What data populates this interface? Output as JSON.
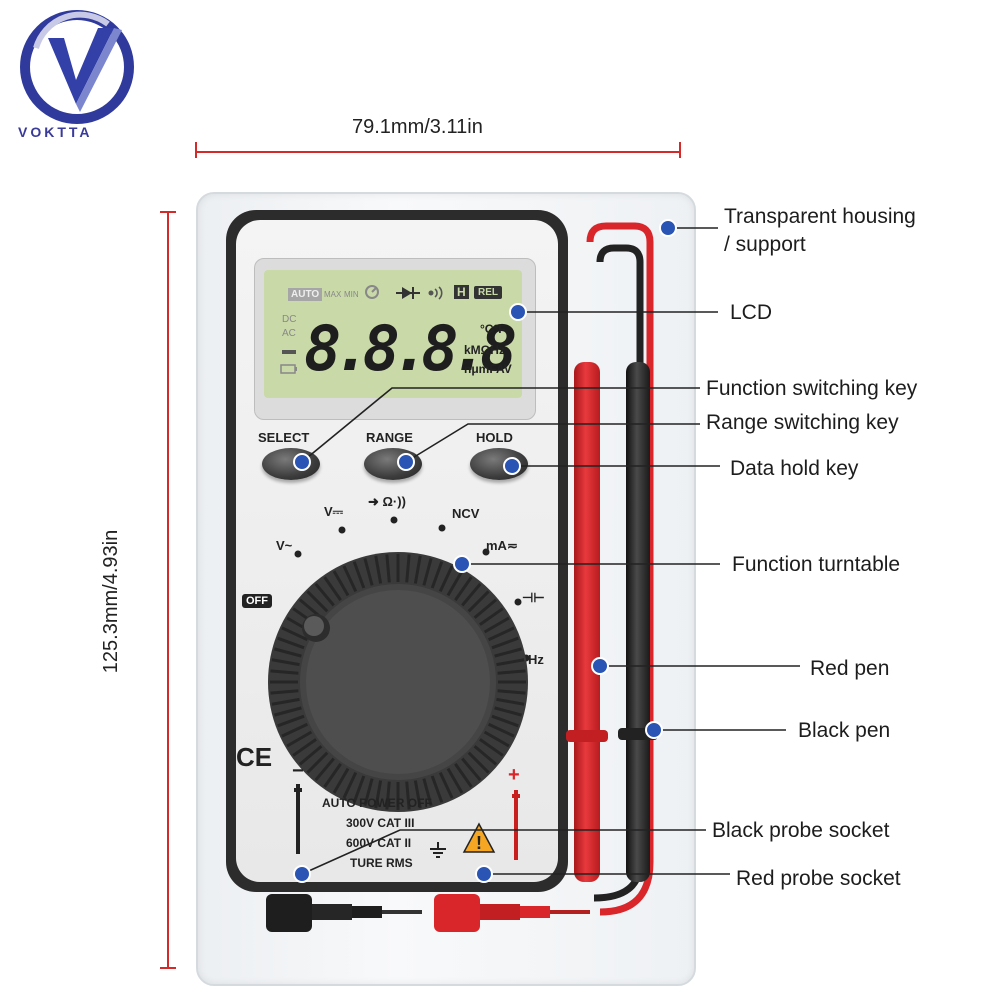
{
  "brand": {
    "name": "VOKTTA"
  },
  "dimensions": {
    "width": "79.1mm/3.11in",
    "height": "125.3mm/4.93in"
  },
  "lcd": {
    "annunciators": [
      "AUTO",
      "MAX",
      "MIN",
      "H",
      "REL"
    ],
    "side_labels": [
      "DC",
      "AC"
    ],
    "digits": "8.8.8.8",
    "units_top": "°C°F",
    "units_mid": "kMΩHz",
    "units_bot": "nμmFAV"
  },
  "buttons": {
    "select": "SELECT",
    "range": "RANGE",
    "hold": "HOLD"
  },
  "dial": {
    "positions": {
      "v_dc": "V⎓",
      "diode": "➜ Ω·))",
      "ncv": "NCV",
      "v_ac": "V~",
      "ma": "mA≂",
      "cap": "⊣⊢",
      "hz": "Hz",
      "off": "OFF"
    }
  },
  "front_print": {
    "ce": "CE",
    "minus": "−",
    "plus": "+",
    "lines": [
      "AUTO POWER OFF",
      "300V CAT III",
      "600V CAT II",
      "TURE RMS"
    ]
  },
  "callouts": {
    "housing_line1": "Transparent housing",
    "housing_line2": "/ support",
    "lcd": "LCD",
    "function_key": "Function switching key",
    "range_key": "Range switching key",
    "hold_key": "Data hold key",
    "turntable": "Function turntable",
    "red_pen": "Red pen",
    "black_pen": "Black pen",
    "black_socket": "Black probe socket",
    "red_socket": "Red probe socket"
  },
  "colors": {
    "dimension_line": "#d42a2a",
    "callout_dot": "#2a55b4",
    "lcd_bg": "#c9d9a8",
    "body_dark": "#2c2c2c",
    "probe_red": "#d8262b"
  }
}
